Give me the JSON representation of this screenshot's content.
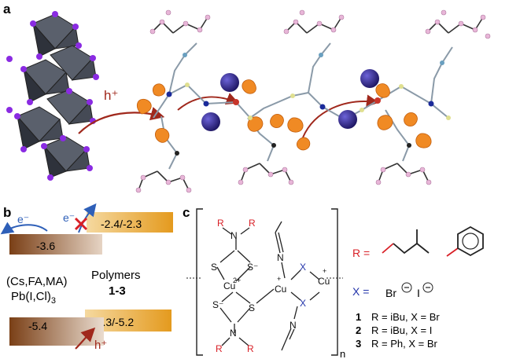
{
  "panels": {
    "a": {
      "label": "a",
      "charge_label": "h⁺"
    },
    "b": {
      "label": "b",
      "electron_left": "e⁻",
      "electron_right": "e⁻",
      "level_top_left": "-3.6",
      "level_top_right": "-2.4/-2.3",
      "perovskite_line1": "(Cs,FA,MA)",
      "perovskite_line2": "Pb(I,Cl)",
      "perovskite_sub": "3",
      "polymers_line1": "Polymers",
      "polymers_line2": "1-3",
      "level_bottom_left": "-5.4",
      "level_bottom_right": "-5.3/-5.2",
      "hole_label": "h⁺"
    },
    "c": {
      "label": "c",
      "r_label": "R",
      "n_atom": "N",
      "s_atom": "S",
      "s_minus": "S⁻",
      "cu2": "Cu",
      "cu2_charge": "2+",
      "cu_plus": "Cu",
      "plus": "+",
      "x_atom": "X",
      "subscript_n": "n",
      "r_eq": "R =",
      "x_eq": "X =",
      "halide_br": "Br",
      "halide_i": "I",
      "compounds": [
        {
          "num": "1",
          "desc": "R = iBu, X = Br"
        },
        {
          "num": "2",
          "desc": "R = iBu, X = I"
        },
        {
          "num": "3",
          "desc": "R = Ph, X = Br"
        }
      ]
    }
  },
  "colors": {
    "octahedra": "#3a3f4b",
    "iodide": "#8a2be2",
    "orbital": "#f08a24",
    "arrow": "#a0281c",
    "level_brown": "#8b4a1c",
    "level_gold": "#e8a62a",
    "electron_blue": "#2e5fb8",
    "cross_red": "#d81f26",
    "r_red": "#d81f26",
    "x_blue": "#2233aa"
  }
}
